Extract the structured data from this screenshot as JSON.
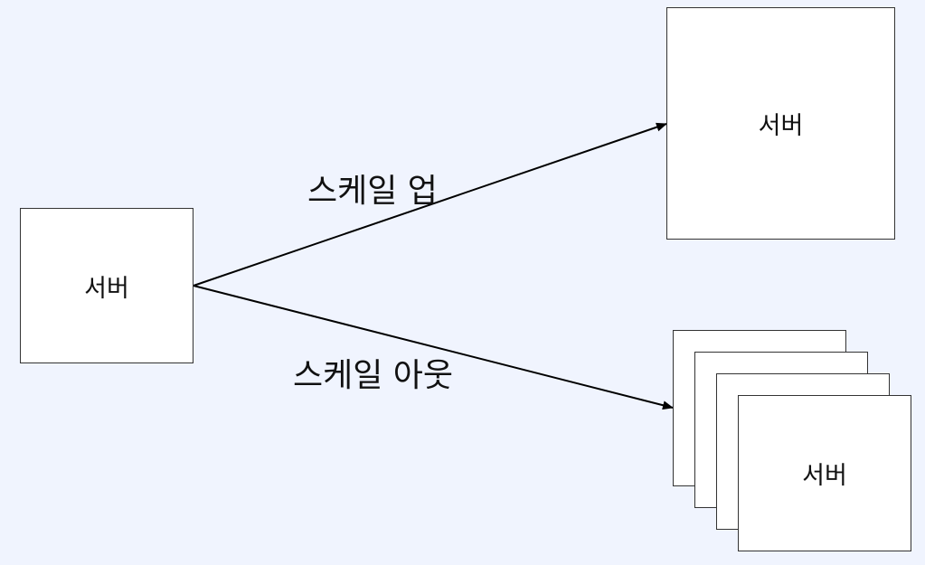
{
  "diagram": {
    "source": {
      "label": "서버"
    },
    "scale_up": {
      "edge_label": "스케일 업",
      "target_label": "서버"
    },
    "scale_out": {
      "edge_label": "스케일 아웃",
      "target_label": "서버"
    }
  },
  "colors": {
    "background": "#f0f4fe",
    "box_fill": "#ffffff",
    "stroke": "#333333"
  }
}
